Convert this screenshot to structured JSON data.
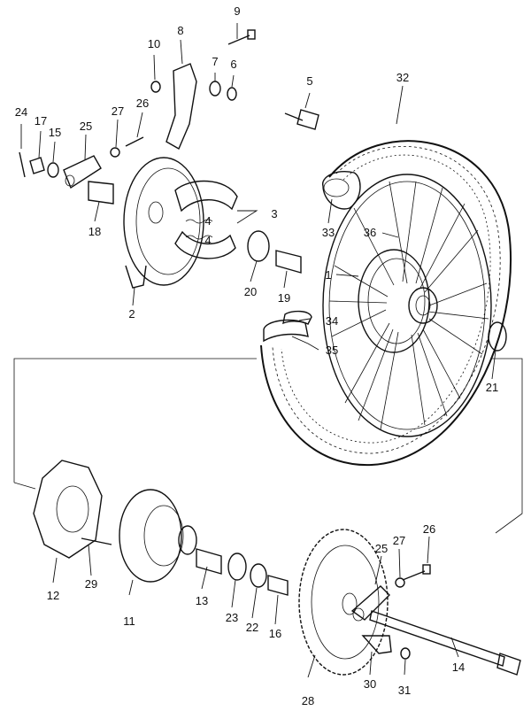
{
  "diagram": {
    "callouts": [
      "1",
      "2",
      "3",
      "4",
      "4",
      "5",
      "6",
      "7",
      "8",
      "9",
      "10",
      "11",
      "12",
      "13",
      "14",
      "15",
      "16",
      "17",
      "18",
      "19",
      "20",
      "21",
      "22",
      "23",
      "24",
      "25",
      "25",
      "26",
      "26",
      "27",
      "27",
      "28",
      "29",
      "30",
      "31",
      "32",
      "33",
      "34",
      "35",
      "36"
    ]
  }
}
